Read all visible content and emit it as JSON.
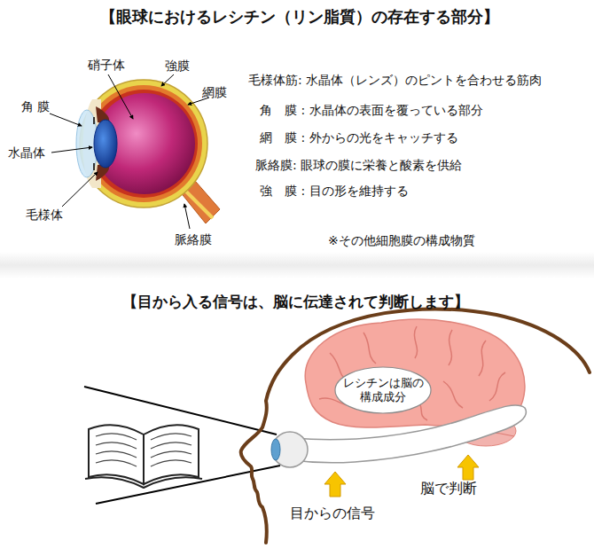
{
  "diagram": {
    "title": "【眼球におけるレシチン（リン脂質）の存在する部分】",
    "nodes": [
      {
        "text": [
          "レシチンは脳の構成成分"
        ]
      }
    ],
    "labels": [
      "硝子体",
      "強膜",
      "網膜",
      "角 膜",
      "水晶体",
      "毛様体",
      "脈絡膜",
      "毛様体筋: 水晶体（レンズ）のピントを合わせる筋肉",
      "角　膜 : 水晶体の表面を覆っている部分",
      "網　膜 : 外からの光をキャッチする",
      "脈絡膜: 眼球の膜に栄養と酸素を供給",
      "強　膜 : 目の形を維持する",
      "※その他細胞膜の構成物質",
      "【目から入る信号は、脳に伝達されて判断します】",
      "脳で判断",
      "目からの信号"
    ]
  }
}
